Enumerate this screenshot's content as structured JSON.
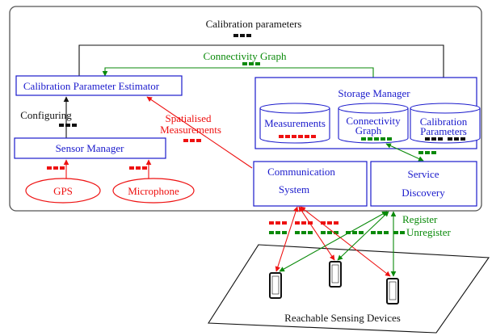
{
  "colors": {
    "blue": "#1a1acc",
    "red": "#ee1111",
    "green": "#0a8a0a",
    "black": "#111111",
    "outline": "#555555"
  },
  "labels": {
    "calibration_parameters": "Calibration parameters",
    "connectivity_graph_flow": "Connectivity Graph",
    "estimator": "Calibration Parameter Estimator",
    "configuring": "Configuring",
    "spatialised_1": "Spatialised",
    "spatialised_2": "Measurements",
    "sensor_manager": "Sensor Manager",
    "gps": "GPS",
    "microphone": "Microphone",
    "storage_manager": "Storage Manager",
    "measurements_db": "Measurements",
    "conn_graph_db_1": "Connectivity",
    "conn_graph_db_2": "Graph",
    "calib_db_1": "Calibration",
    "calib_db_2": "Parameters",
    "communication_1": "Communication",
    "communication_2": "System",
    "service_1": "Service",
    "service_2": "Discovery",
    "register": "Register",
    "unregister": "Unregister",
    "reachable_devices": "Reachable Sensing Devices"
  }
}
